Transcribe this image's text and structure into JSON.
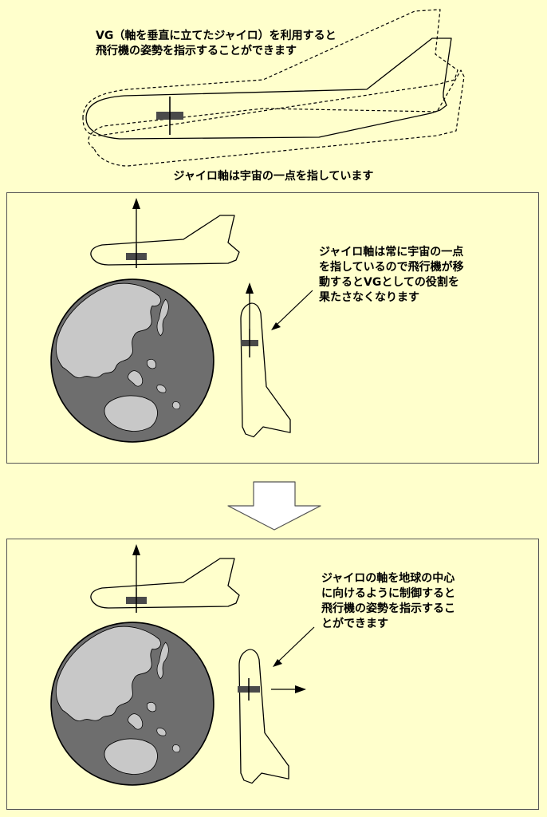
{
  "top": {
    "caption": "VG（軸を垂直に立てたジャイロ）を利用すると\n飛行機の姿勢を指示することができます",
    "axis_caption": "ジャイロ軸は宇宙の一点を指しています"
  },
  "panel1": {
    "caption": "ジャイロ軸は常に宇宙の一点\nを指しているので飛行機が移\n動するとVGとしての役割を\n果たさなくなります"
  },
  "panel2": {
    "caption": "ジャイロの軸を地球の中心\nに向けるように制御すると\n飛行機の姿勢を指示するこ\nとができます"
  },
  "colors": {
    "background": "#ffffcc",
    "ocean": "#6e6e6e",
    "land": "#c8c8c8",
    "gyro": "#4a4a4a",
    "outline": "#000000",
    "arrow_fill": "#ffffff"
  },
  "icons": {
    "airplane": "airplane-side-view-icon",
    "gyro": "gyroscope-symbol-icon",
    "globe": "earth-globe-icon",
    "transition": "down-arrow-icon"
  }
}
